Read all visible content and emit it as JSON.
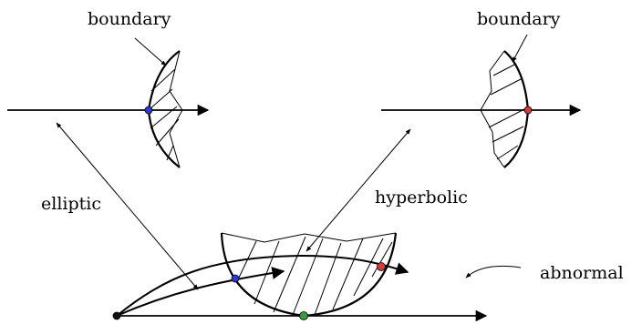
{
  "labels": {
    "boundary_left": "boundary",
    "boundary_right": "boundary",
    "elliptic": "elliptic",
    "hyperbolic": "hyperbolic",
    "abnormal": "abnormal"
  },
  "colors": {
    "ink": "#000000",
    "point_blue": "#2a3bd6",
    "point_red": "#d63a3a",
    "point_green": "#3a9a3a",
    "point_black": "#111111"
  }
}
